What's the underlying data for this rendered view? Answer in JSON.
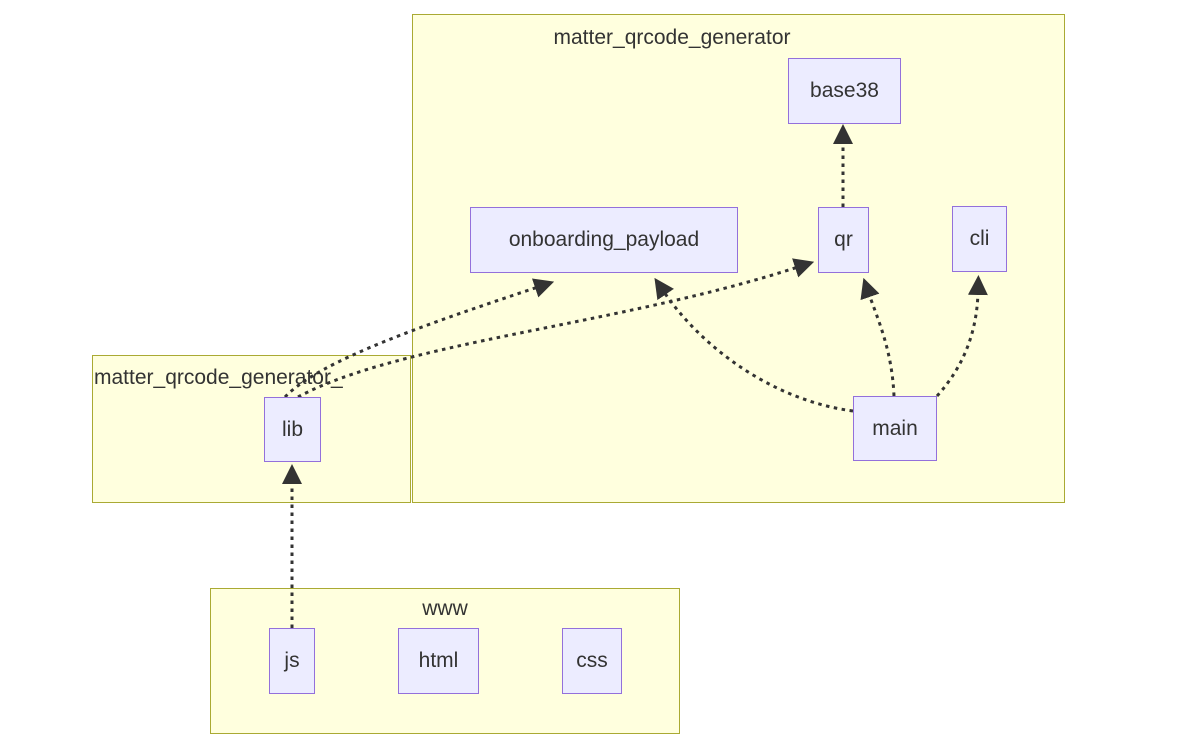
{
  "diagram": {
    "type": "module-dependency-graph",
    "clusters": {
      "generator": {
        "label": "matter_qrcode_generator"
      },
      "generator_lib": {
        "label": "matter_qrcode_generator_"
      },
      "www": {
        "label": "www"
      }
    },
    "nodes": {
      "base38": {
        "label": "base38"
      },
      "onboarding_payload": {
        "label": "onboarding_payload"
      },
      "qr": {
        "label": "qr"
      },
      "cli": {
        "label": "cli"
      },
      "main": {
        "label": "main"
      },
      "lib": {
        "label": "lib"
      },
      "js": {
        "label": "js"
      },
      "html": {
        "label": "html"
      },
      "css": {
        "label": "css"
      }
    },
    "edges": [
      {
        "from": "qr",
        "to": "base38",
        "style": "dotted"
      },
      {
        "from": "lib",
        "to": "onboarding_payload",
        "style": "dotted"
      },
      {
        "from": "lib",
        "to": "qr",
        "style": "dotted"
      },
      {
        "from": "main",
        "to": "onboarding_payload",
        "style": "dotted"
      },
      {
        "from": "main",
        "to": "qr",
        "style": "dotted"
      },
      {
        "from": "main",
        "to": "cli",
        "style": "dotted"
      },
      {
        "from": "js",
        "to": "lib",
        "style": "dotted"
      }
    ],
    "colors": {
      "background": "#ffffff",
      "cluster_fill": "#ffffde",
      "cluster_border": "#aaaa33",
      "node_fill": "#ECECFF",
      "node_border": "#9370DB",
      "edge": "#333333",
      "text": "#333333"
    }
  }
}
